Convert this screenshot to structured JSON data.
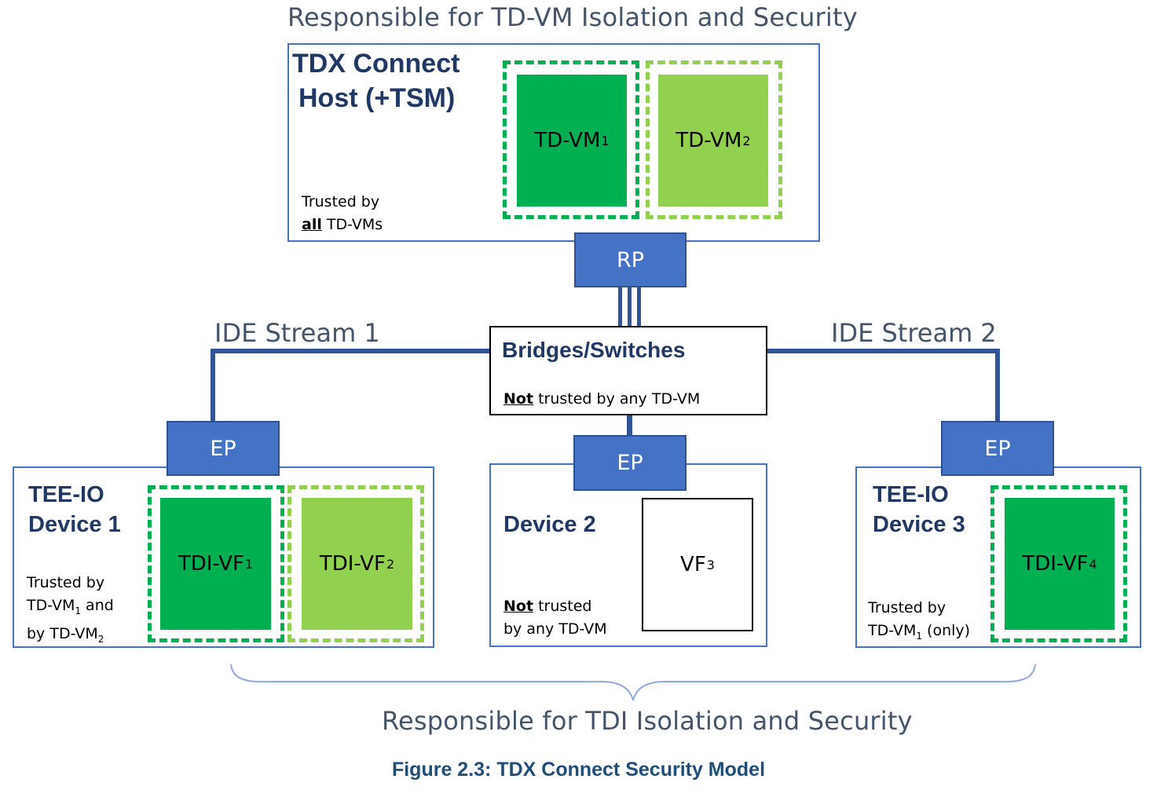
{
  "top_caption": "Responsible for TD-VM Isolation and Security",
  "bottom_caption": "Responsible for TDI Isolation and Security",
  "figure_caption": "Figure 2.3:  TDX Connect Security Model",
  "host": {
    "title_line1": "TDX Connect",
    "title_line2": "Host (+TSM)",
    "note_line1": "Trusted by",
    "note_emph": "all",
    "note_rest": " TD-VMs",
    "vm1": {
      "base": "TD-VM",
      "sub": "1"
    },
    "vm2": {
      "base": "TD-VM",
      "sub": "2"
    }
  },
  "root_port": "RP",
  "bridges": {
    "title": "Bridges/Switches",
    "note_emph": "Not",
    "note_rest": " trusted by any TD-VM"
  },
  "ide_stream_1": "IDE Stream 1",
  "ide_stream_2": "IDE Stream 2",
  "device1": {
    "ep": "EP",
    "title_line1": "TEE-IO",
    "title_line2": "Device 1",
    "note_line1": "Trusted by",
    "note_line2_base": "TD-VM",
    "note_line2_sub": "1",
    "note_line2_rest": " and",
    "note_line3_base": "by TD-VM",
    "note_line3_sub": "2",
    "vf1": {
      "base": "TDI-VF",
      "sub": "1"
    },
    "vf2": {
      "base": "TDI-VF",
      "sub": "2"
    }
  },
  "device2": {
    "ep": "EP",
    "title": "Device 2",
    "note_emph": "Not",
    "note_line1_rest": " trusted",
    "note_line2": "by any TD-VM",
    "vf3": {
      "base": "VF",
      "sub": "3"
    }
  },
  "device3": {
    "ep": "EP",
    "title_line1": "TEE-IO",
    "title_line2": "Device 3",
    "note_line1": "Trusted by",
    "note_line2_base": "TD-VM",
    "note_line2_sub": "1",
    "note_line2_rest": " (only)",
    "vf4": {
      "base": "TDI-VF",
      "sub": "4"
    }
  },
  "colors": {
    "blue_border": "#4472c4",
    "port_fill": "#4472c4",
    "link": "#2f5597",
    "green_dark": "#00b050",
    "green_light": "#92d050",
    "title_navy": "#1f3864",
    "caption_gray": "#44546a"
  }
}
